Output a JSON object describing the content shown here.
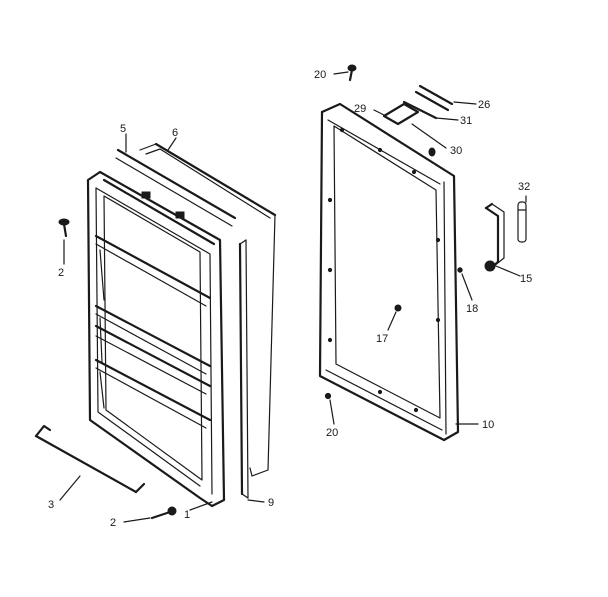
{
  "callouts": {
    "c2_top": "2",
    "c2_bottom": "2",
    "c3": "3",
    "c5": "5",
    "c6": "6",
    "c1": "1",
    "c9": "9",
    "c20_top": "20",
    "c29": "29",
    "c26": "26",
    "c31": "31",
    "c30": "30",
    "c32": "32",
    "c15": "15",
    "c18": "18",
    "c17": "17",
    "c20_bottom": "20",
    "c10": "10"
  }
}
